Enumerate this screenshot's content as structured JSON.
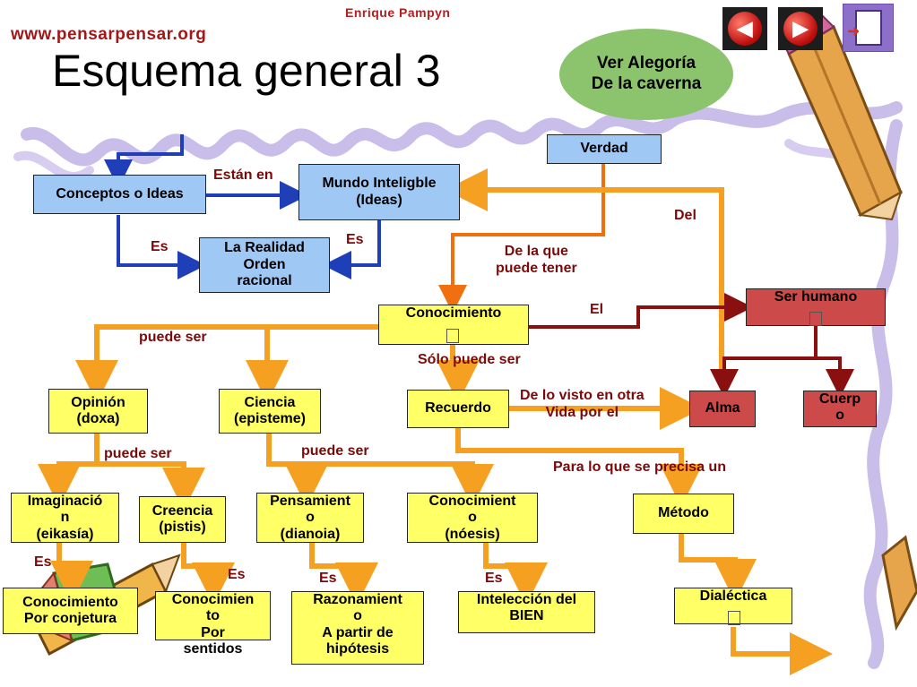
{
  "header": {
    "author": "Enrique Pampyn",
    "website": "www.pensarpensar.org",
    "title": "Esquema general 3"
  },
  "nav": {
    "back_icon": "back-arrow-icon",
    "forward_icon": "forward-arrow-icon",
    "exit_icon": "exit-door-icon"
  },
  "oval_link": {
    "label": "Ver Alegoría\nDe la caverna"
  },
  "colors": {
    "blue_box": "#9fc8f5",
    "yellow_box": "#ffff66",
    "red_box": "#cc4a4a",
    "orange_arrow": "#f5a020",
    "blue_arrow": "#1f3fb8",
    "darkred_arrow": "#8a1010",
    "label_text": "#7a0a0a",
    "oval_fill": "#8cc46e"
  },
  "nodes": {
    "verdad": "Verdad",
    "conceptos": "Conceptos o Ideas",
    "mundo": "Mundo Inteligble\n(Ideas)",
    "realidad": "La Realidad\nOrden\nracional",
    "conocimiento": "Conocimiento",
    "ser_humano": "Ser humano",
    "opinion": "Opinión\n(doxa)",
    "ciencia": "Ciencia\n(episteme)",
    "recuerdo": "Recuerdo",
    "alma": "Alma",
    "cuerpo": "Cuerp\no",
    "imaginacion": "Imaginació\nn\n(eikasía)",
    "creencia": "Creencia\n(pistis)",
    "pensamiento": "Pensamient\no\n(dianoia)",
    "conocimiento_noesis": "Conocimient\no\n(nóesis)",
    "metodo": "Método",
    "conjetura": "Conocimiento\nPor conjetura",
    "sentidos": "Conocimien\nto\nPor\nsentidos",
    "razonamiento": "Razonamient\no\nA partir de\nhipótesis",
    "inteleccion": "Intelección del\nBIEN",
    "dialectica": "Dialéctica"
  },
  "labels": {
    "estan_en": "Están en",
    "es_conceptos": "Es",
    "es_mundo": "Es",
    "del": "Del",
    "de_la_que": "De la que\npuede tener",
    "el": "El",
    "puede_ser_conoc": "puede ser",
    "solo_puede_ser": "Sólo puede ser",
    "de_lo_visto": "De lo visto en otra\nVida por el",
    "puede_ser_opinion": "puede ser",
    "puede_ser_ciencia": "puede ser",
    "para_lo_que": "Para lo que se precisa un",
    "es_imag": "Es",
    "es_creencia": "Es",
    "es_pensamiento": "Es",
    "es_noesis": "Es"
  }
}
